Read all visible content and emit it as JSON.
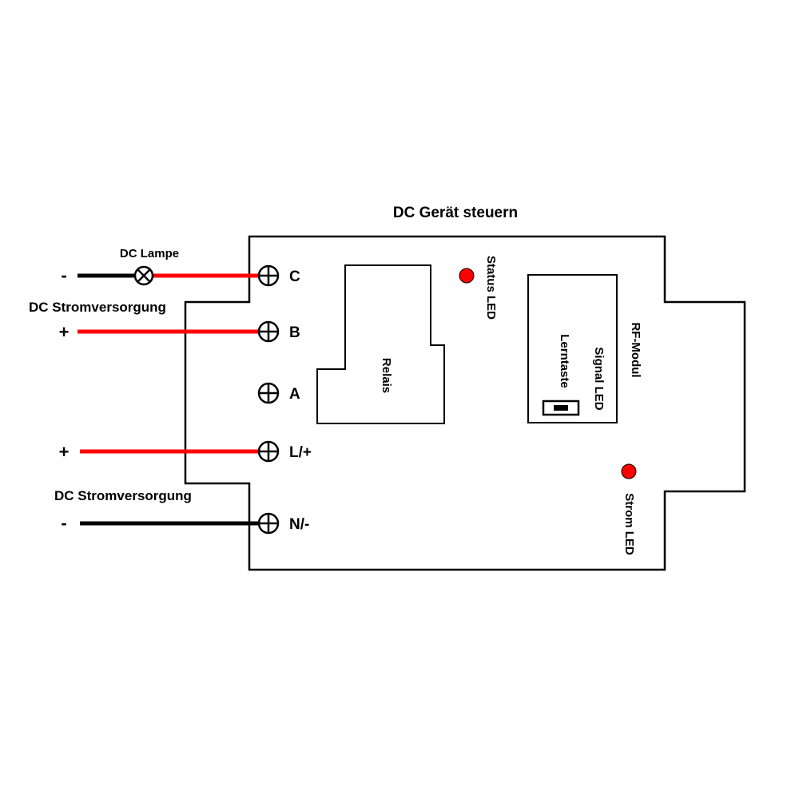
{
  "title": "DC Gerät steuern",
  "lamp_label": "DC Lampe",
  "supply_top_label": "DC Stromversorgung",
  "supply_bottom_label": "DC Stromversorgung",
  "signs": {
    "c_wire": "-",
    "b_wire": "+",
    "l_wire": "+",
    "n_wire": "-"
  },
  "terminals": {
    "c": "C",
    "b": "B",
    "a": "A",
    "l": "L/+",
    "n": "N/-"
  },
  "relay_label": "Relais",
  "rf_module_label": "RF-Modul",
  "signal_led_label": "Signal LED",
  "learn_button_label": "Lerntaste",
  "status_led_label": "Status LED",
  "power_led_label": "Strom LED",
  "colors": {
    "wire_positive": "#ff0000",
    "wire_negative": "#000000",
    "led": "#ff0000",
    "outline": "#000000"
  }
}
